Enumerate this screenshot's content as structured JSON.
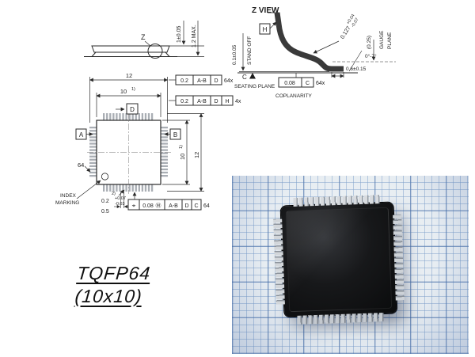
{
  "colors": {
    "line": "#2a2a2a",
    "paper": "#e7edf2",
    "grid_line": "#7d9fc6",
    "chip_body": "#141517",
    "chip_lead": "#c9ced4"
  },
  "side_view": {
    "detail_label": "Z",
    "dim_body_height": "1±0.05",
    "dim_max_height": "1.2 MAX."
  },
  "z_view": {
    "title": "Z VIEW",
    "datum_h": "H",
    "standoff_dim": "0.1±0.05",
    "standoff_label": "STAND OFF",
    "lead_thickness": "0.127",
    "lead_thickness_plus": "+0.04",
    "lead_thickness_minus": "-0.07",
    "gauge_dim": "(0.25)",
    "gauge_word1": "GAUGE",
    "gauge_word2": "PLANE",
    "foot_length": "0.6±0.15",
    "foot_angle": "0°-7°",
    "seating_datum": "C",
    "seating_label": "SEATING PLANE",
    "coplanarity_tol": "0.08",
    "coplanarity_datum": "C",
    "coplanarity_count": "64x",
    "coplanarity_label": "COPLANARITY"
  },
  "top_view": {
    "dim_width_overall": "12",
    "dim_width_body": "10",
    "dim_height_body": "10",
    "dim_height_overall": "12",
    "note_1": "1)",
    "note_1b": "1)",
    "note_2": "2)",
    "datum_a": "A",
    "datum_b": "B",
    "datum_d": "D",
    "pin_count_label": "64",
    "index_line1": "INDEX",
    "index_line2": "MARKING",
    "lead_width": "0.2",
    "lead_width_plus": "+0.07",
    "lead_width_minus": "-0.03",
    "lead_pitch": "0.5",
    "frame_top": {
      "tol": "0.2",
      "datum1": "A-B",
      "datum2": "D",
      "count": "64x"
    },
    "frame_top2": {
      "tol": "0.2",
      "datum1": "A-B",
      "datum2": "D",
      "datum3": "H",
      "count": "4x"
    },
    "position_frame": {
      "symbol": "⌖",
      "tol": "0.08",
      "modifier": "Ⓜ",
      "datum1": "A-B",
      "datum2": "D",
      "datum3": "C",
      "count": "64"
    }
  },
  "title_block": {
    "line1": "TQFP64",
    "line2": "(10x10)"
  }
}
